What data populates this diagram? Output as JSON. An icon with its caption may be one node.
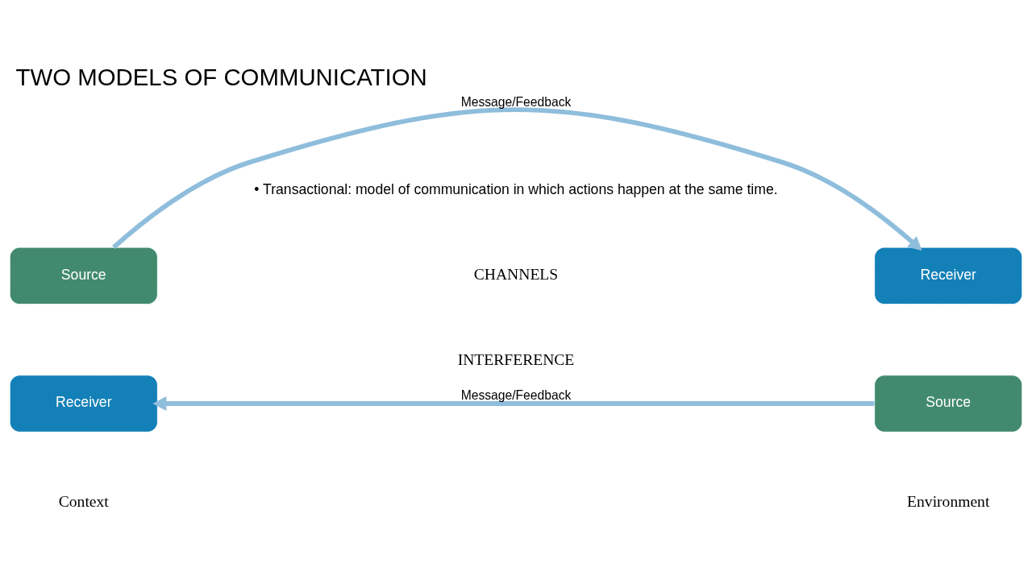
{
  "diagram": {
    "title": "TWO MODELS OF COMMUNICATION",
    "nodes": [
      {
        "text": [
          "Source"
        ]
      },
      {
        "text": [
          "Receiver"
        ]
      },
      {
        "text": [
          "Receiver"
        ]
      },
      {
        "text": [
          "Source"
        ]
      }
    ],
    "edges": [
      {
        "from": 0,
        "to": 2,
        "arrow": "to",
        "label": "Message/Feedback"
      },
      {
        "from": 3,
        "to": 1,
        "arrow": "to",
        "label": "Message/Feedback"
      }
    ],
    "labels": [
      "• Transactional: model of communication in which actions happen at the same time.",
      "CHANNELS",
      "Context",
      "INTERFERENCE",
      "Environment"
    ]
  }
}
